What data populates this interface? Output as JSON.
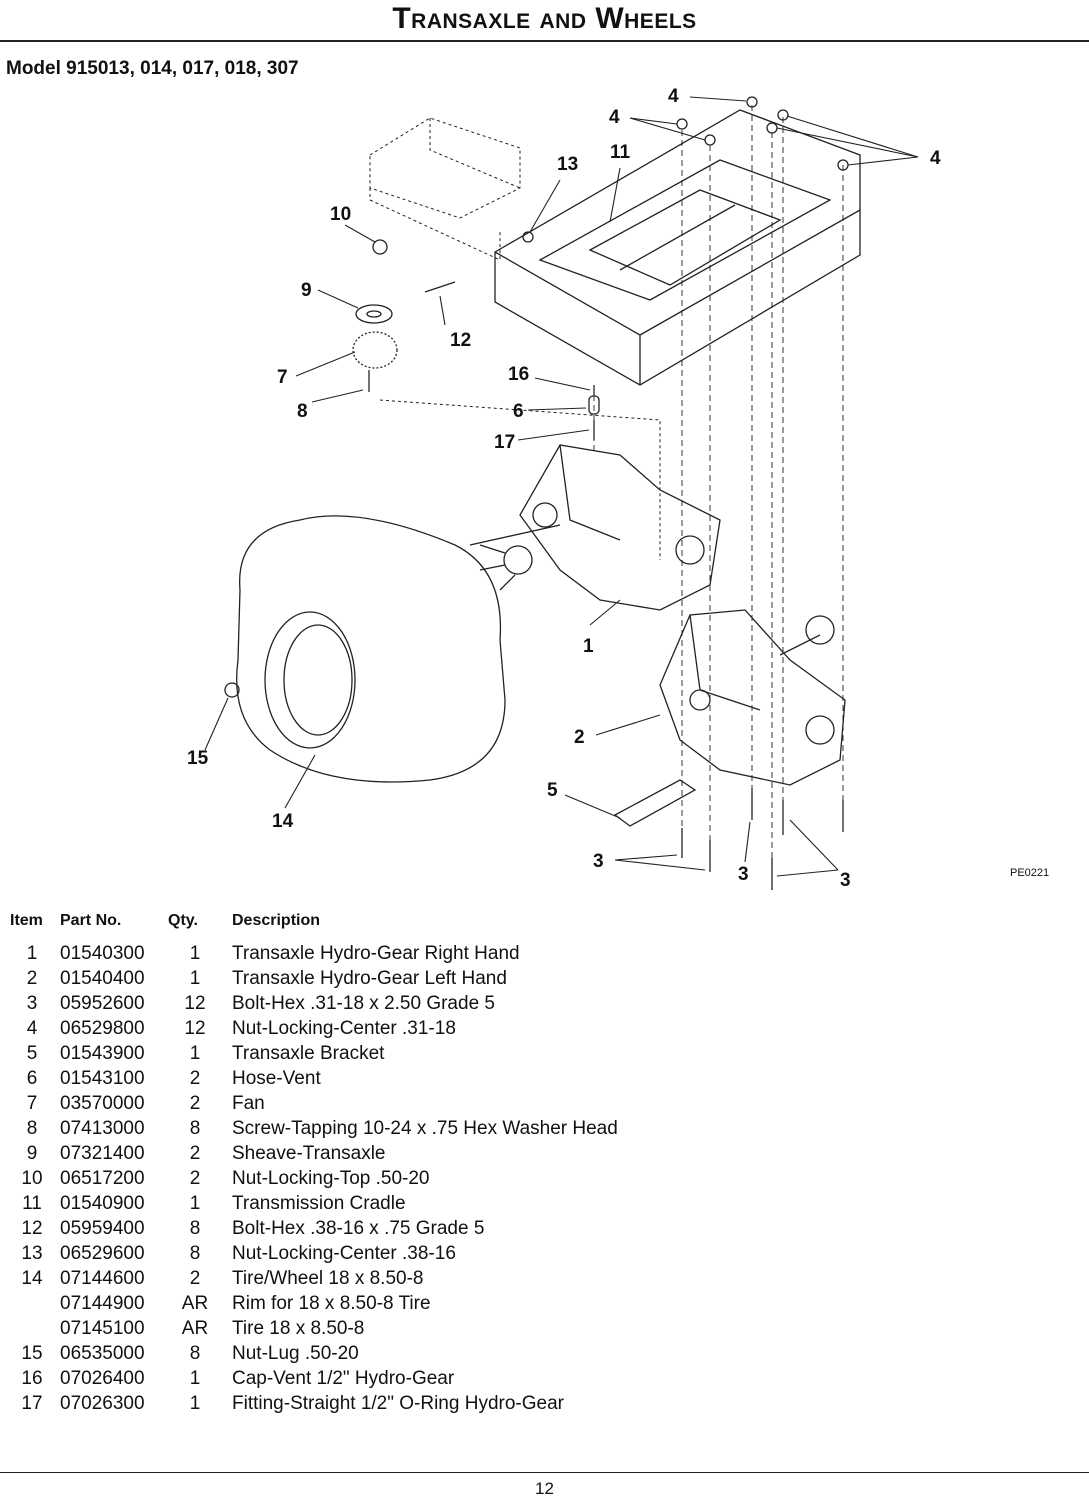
{
  "title": "Transaxle and Wheels",
  "model": "Model 915013, 014, 017, 018, 307",
  "diagram": {
    "ref_code": "PE0221",
    "callouts": [
      "1",
      "2",
      "3",
      "3",
      "3",
      "4",
      "4",
      "4",
      "5",
      "6",
      "7",
      "8",
      "9",
      "10",
      "11",
      "12",
      "13",
      "14",
      "15",
      "16",
      "17"
    ]
  },
  "parts_table": {
    "headers": {
      "item": "Item",
      "part_no": "Part No.",
      "qty": "Qty.",
      "description": "Description"
    },
    "rows": [
      {
        "item": "1",
        "part_no": "01540300",
        "qty": "1",
        "description": "Transaxle Hydro-Gear Right Hand"
      },
      {
        "item": "2",
        "part_no": "01540400",
        "qty": "1",
        "description": "Transaxle Hydro-Gear Left Hand"
      },
      {
        "item": "3",
        "part_no": "05952600",
        "qty": "12",
        "description": "Bolt-Hex .31-18 x 2.50 Grade 5"
      },
      {
        "item": "4",
        "part_no": "06529800",
        "qty": "12",
        "description": "Nut-Locking-Center .31-18"
      },
      {
        "item": "5",
        "part_no": "01543900",
        "qty": "1",
        "description": "Transaxle Bracket"
      },
      {
        "item": "6",
        "part_no": "01543100",
        "qty": "2",
        "description": "Hose-Vent"
      },
      {
        "item": "7",
        "part_no": "03570000",
        "qty": "2",
        "description": "Fan"
      },
      {
        "item": "8",
        "part_no": "07413000",
        "qty": "8",
        "description": "Screw-Tapping 10-24 x .75 Hex Washer Head"
      },
      {
        "item": "9",
        "part_no": "07321400",
        "qty": "2",
        "description": "Sheave-Transaxle"
      },
      {
        "item": "10",
        "part_no": "06517200",
        "qty": "2",
        "description": "Nut-Locking-Top .50-20"
      },
      {
        "item": "11",
        "part_no": "01540900",
        "qty": "1",
        "description": "Transmission Cradle"
      },
      {
        "item": "12",
        "part_no": "05959400",
        "qty": "8",
        "description": "Bolt-Hex .38-16 x .75 Grade 5"
      },
      {
        "item": "13",
        "part_no": "06529600",
        "qty": "8",
        "description": "Nut-Locking-Center .38-16"
      },
      {
        "item": "14",
        "part_no": "07144600",
        "qty": "2",
        "description": "Tire/Wheel 18 x 8.50-8"
      },
      {
        "item": "",
        "part_no": "07144900",
        "qty": "AR",
        "description": "Rim for 18 x 8.50-8 Tire"
      },
      {
        "item": "",
        "part_no": "07145100",
        "qty": "AR",
        "description": "Tire 18 x 8.50-8"
      },
      {
        "item": "15",
        "part_no": "06535000",
        "qty": "8",
        "description": "Nut-Lug .50-20"
      },
      {
        "item": "16",
        "part_no": "07026400",
        "qty": "1",
        "description": "Cap-Vent 1/2\" Hydro-Gear"
      },
      {
        "item": "17",
        "part_no": "07026300",
        "qty": "1",
        "description": "Fitting-Straight 1/2\" O-Ring Hydro-Gear"
      }
    ]
  },
  "page_number": "12"
}
